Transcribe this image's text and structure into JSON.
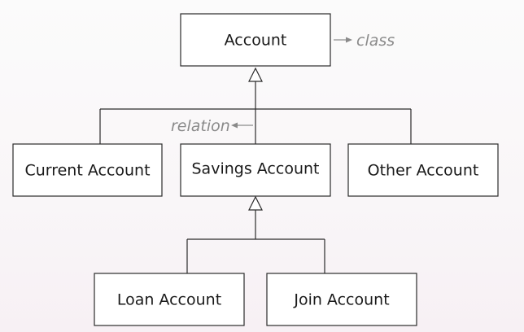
{
  "nodes": {
    "account": {
      "label": "Account"
    },
    "current_account": {
      "label": "Current Account"
    },
    "savings_account": {
      "label": "Savings Account"
    },
    "other_account": {
      "label": "Other Account"
    },
    "loan_account": {
      "label": "Loan Account"
    },
    "join_account": {
      "label": "Join Account"
    }
  },
  "annotations": {
    "class_label": "class",
    "relation_label": "relation"
  },
  "edges": [
    {
      "from": "Current Account",
      "to": "Account",
      "type": "inheritance"
    },
    {
      "from": "Savings Account",
      "to": "Account",
      "type": "inheritance"
    },
    {
      "from": "Other Account",
      "to": "Account",
      "type": "inheritance"
    },
    {
      "from": "Loan Account",
      "to": "Savings Account",
      "type": "inheritance"
    },
    {
      "from": "Join Account",
      "to": "Savings Account",
      "type": "inheritance"
    }
  ],
  "colors": {
    "box_stroke": "#2b2b2b",
    "annotation": "#8a8a8a"
  }
}
